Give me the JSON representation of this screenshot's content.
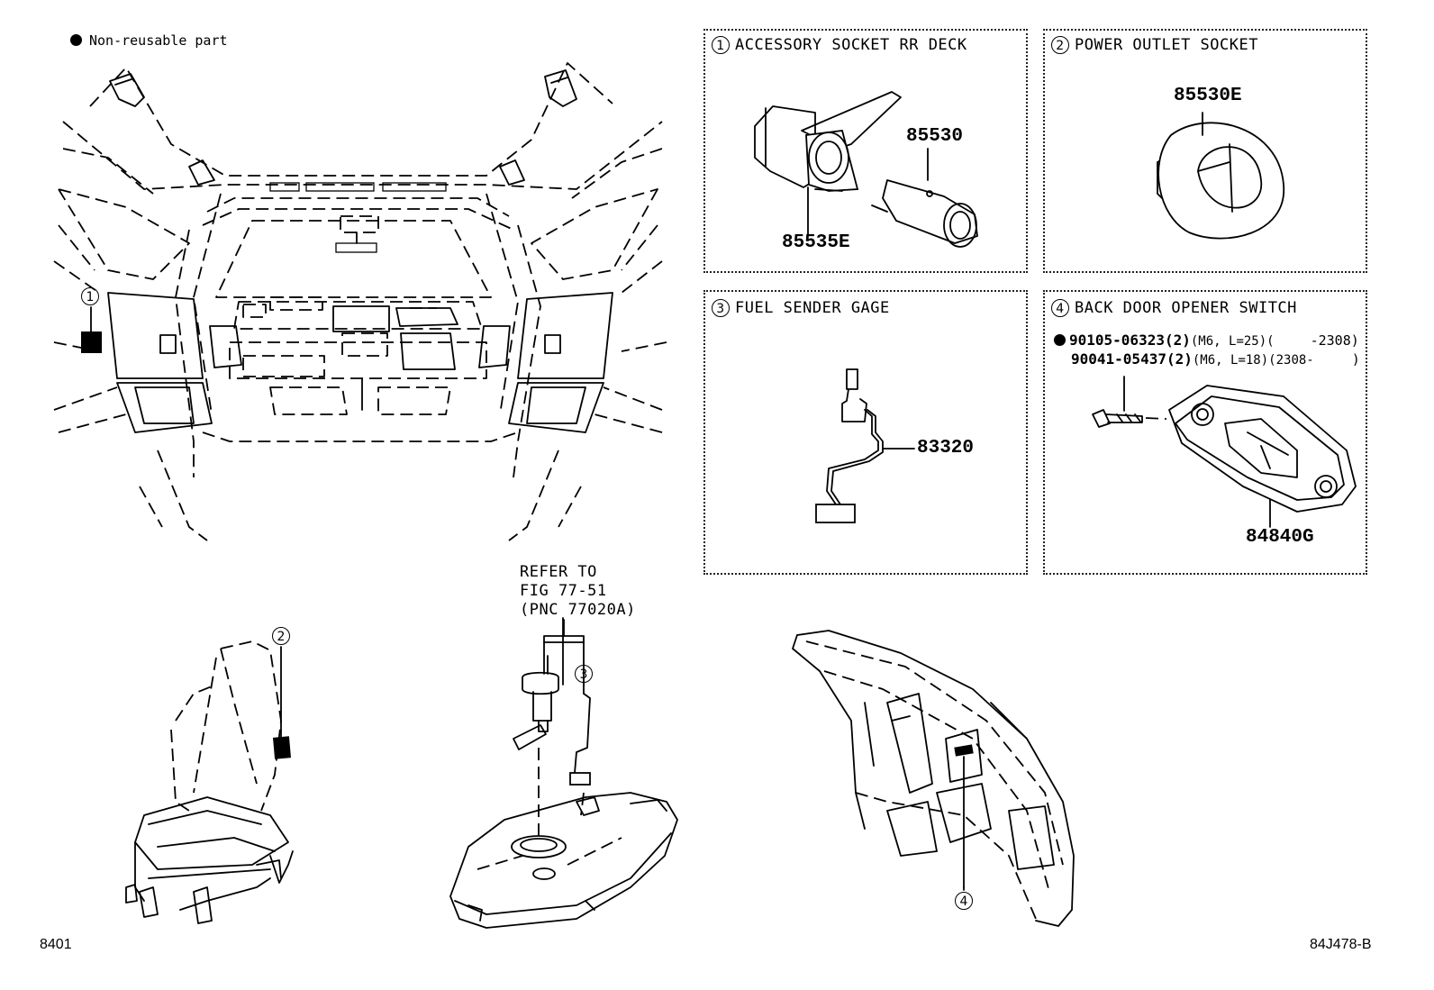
{
  "legend": {
    "non_reusable_label": "Non-reusable part"
  },
  "panels": [
    {
      "num": "1",
      "title": "ACCESSORY SOCKET RR DECK",
      "parts": [
        "85530",
        "85535E"
      ]
    },
    {
      "num": "2",
      "title": "POWER OUTLET SOCKET",
      "parts": [
        "85530E"
      ]
    },
    {
      "num": "3",
      "title": "FUEL SENDER GAGE",
      "parts": [
        "83320"
      ]
    },
    {
      "num": "4",
      "title": "BACK DOOR OPENER SWITCH",
      "parts": [
        "84840G"
      ],
      "bolts": [
        {
          "part": "90105-06323",
          "qty": "(2)",
          "spec": "(M6, L=25)(",
          "range": "-2308)",
          "non_reusable": true
        },
        {
          "part": "90041-05437",
          "qty": "(2)",
          "spec": "(M6, L=18)(2308-",
          "range": ")",
          "non_reusable": false
        }
      ]
    }
  ],
  "callouts": [
    "1",
    "2",
    "3",
    "4"
  ],
  "refer": {
    "line1": "REFER TO",
    "line2": "FIG 77-51",
    "line3": "(PNC 77020A)"
  },
  "footer": {
    "left_code": "8401",
    "right_code": "84J478-B"
  },
  "icons": [
    "non-reusable-dot-icon",
    "callout-circle-icon",
    "marker-square-icon"
  ]
}
